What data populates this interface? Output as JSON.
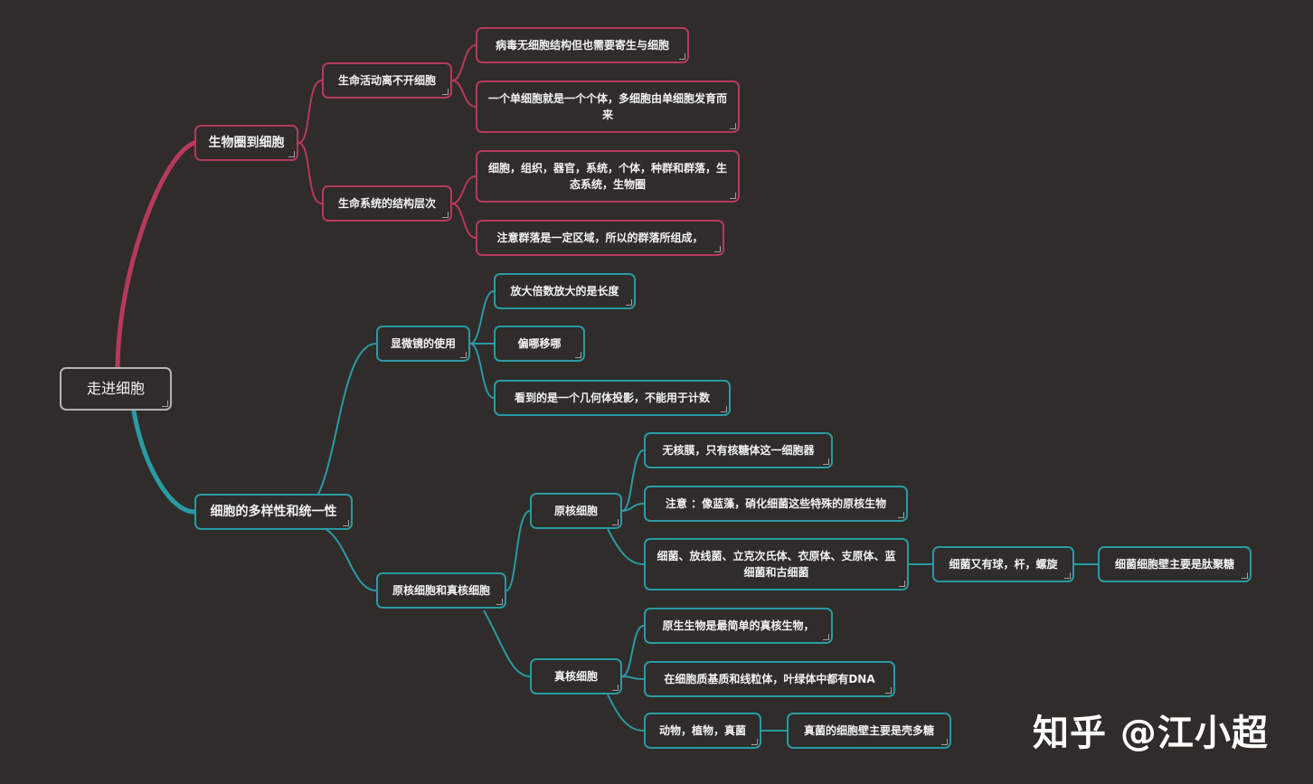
{
  "colors": {
    "branch_red": "#b8395c",
    "branch_teal": "#2a9aa3",
    "root_border": "#b3b3b3",
    "background": "#2f2c2a"
  },
  "nodes": {
    "root": "走进细胞",
    "b1": "生物圈到细胞",
    "b1a": "生命活动离不开细胞",
    "b1a1": "病毒无细胞结构但也需要寄生与细胞",
    "b1a2": "一个单细胞就是一个个体，多细胞由单细胞发育而来",
    "b1b": "生命系统的结构层次",
    "b1b1": "细胞，组织，器官，系统，个体，种群和群落，生态系统，生物圈",
    "b1b2": "注意群落是一定区域，所以的群落所组成，",
    "b2": "细胞的多样性和统一性",
    "b2a": "显微镜的使用",
    "b2a1": "放大倍数放大的是长度",
    "b2a2": "偏哪移哪",
    "b2a3": "看到的是一个几何体投影，不能用于计数",
    "b2b": "原核细胞和真核细胞",
    "b2b1": "原核细胞",
    "b2b1a": "无核膜，只有核糖体这一细胞器",
    "b2b1b": "注意 ：像蓝藻，硝化细菌这些特殊的原核生物",
    "b2b1c": "细菌、放线菌、立克次氏体、衣原体、支原体、蓝细菌和古细菌",
    "b2b1c1": "细菌又有球，杆，螺旋",
    "b2b1c1a": "细菌细胞壁主要是肽聚糖",
    "b2b2": "真核细胞",
    "b2b2a": "原生生物是最简单的真核生物，",
    "b2b2b": "在细胞质基质和线粒体，叶绿体中都有DNA",
    "b2b2c": "动物，植物，真菌",
    "b2b2c1": "真菌的细胞壁主要是壳多糖"
  },
  "watermark": "知乎 @江小超"
}
